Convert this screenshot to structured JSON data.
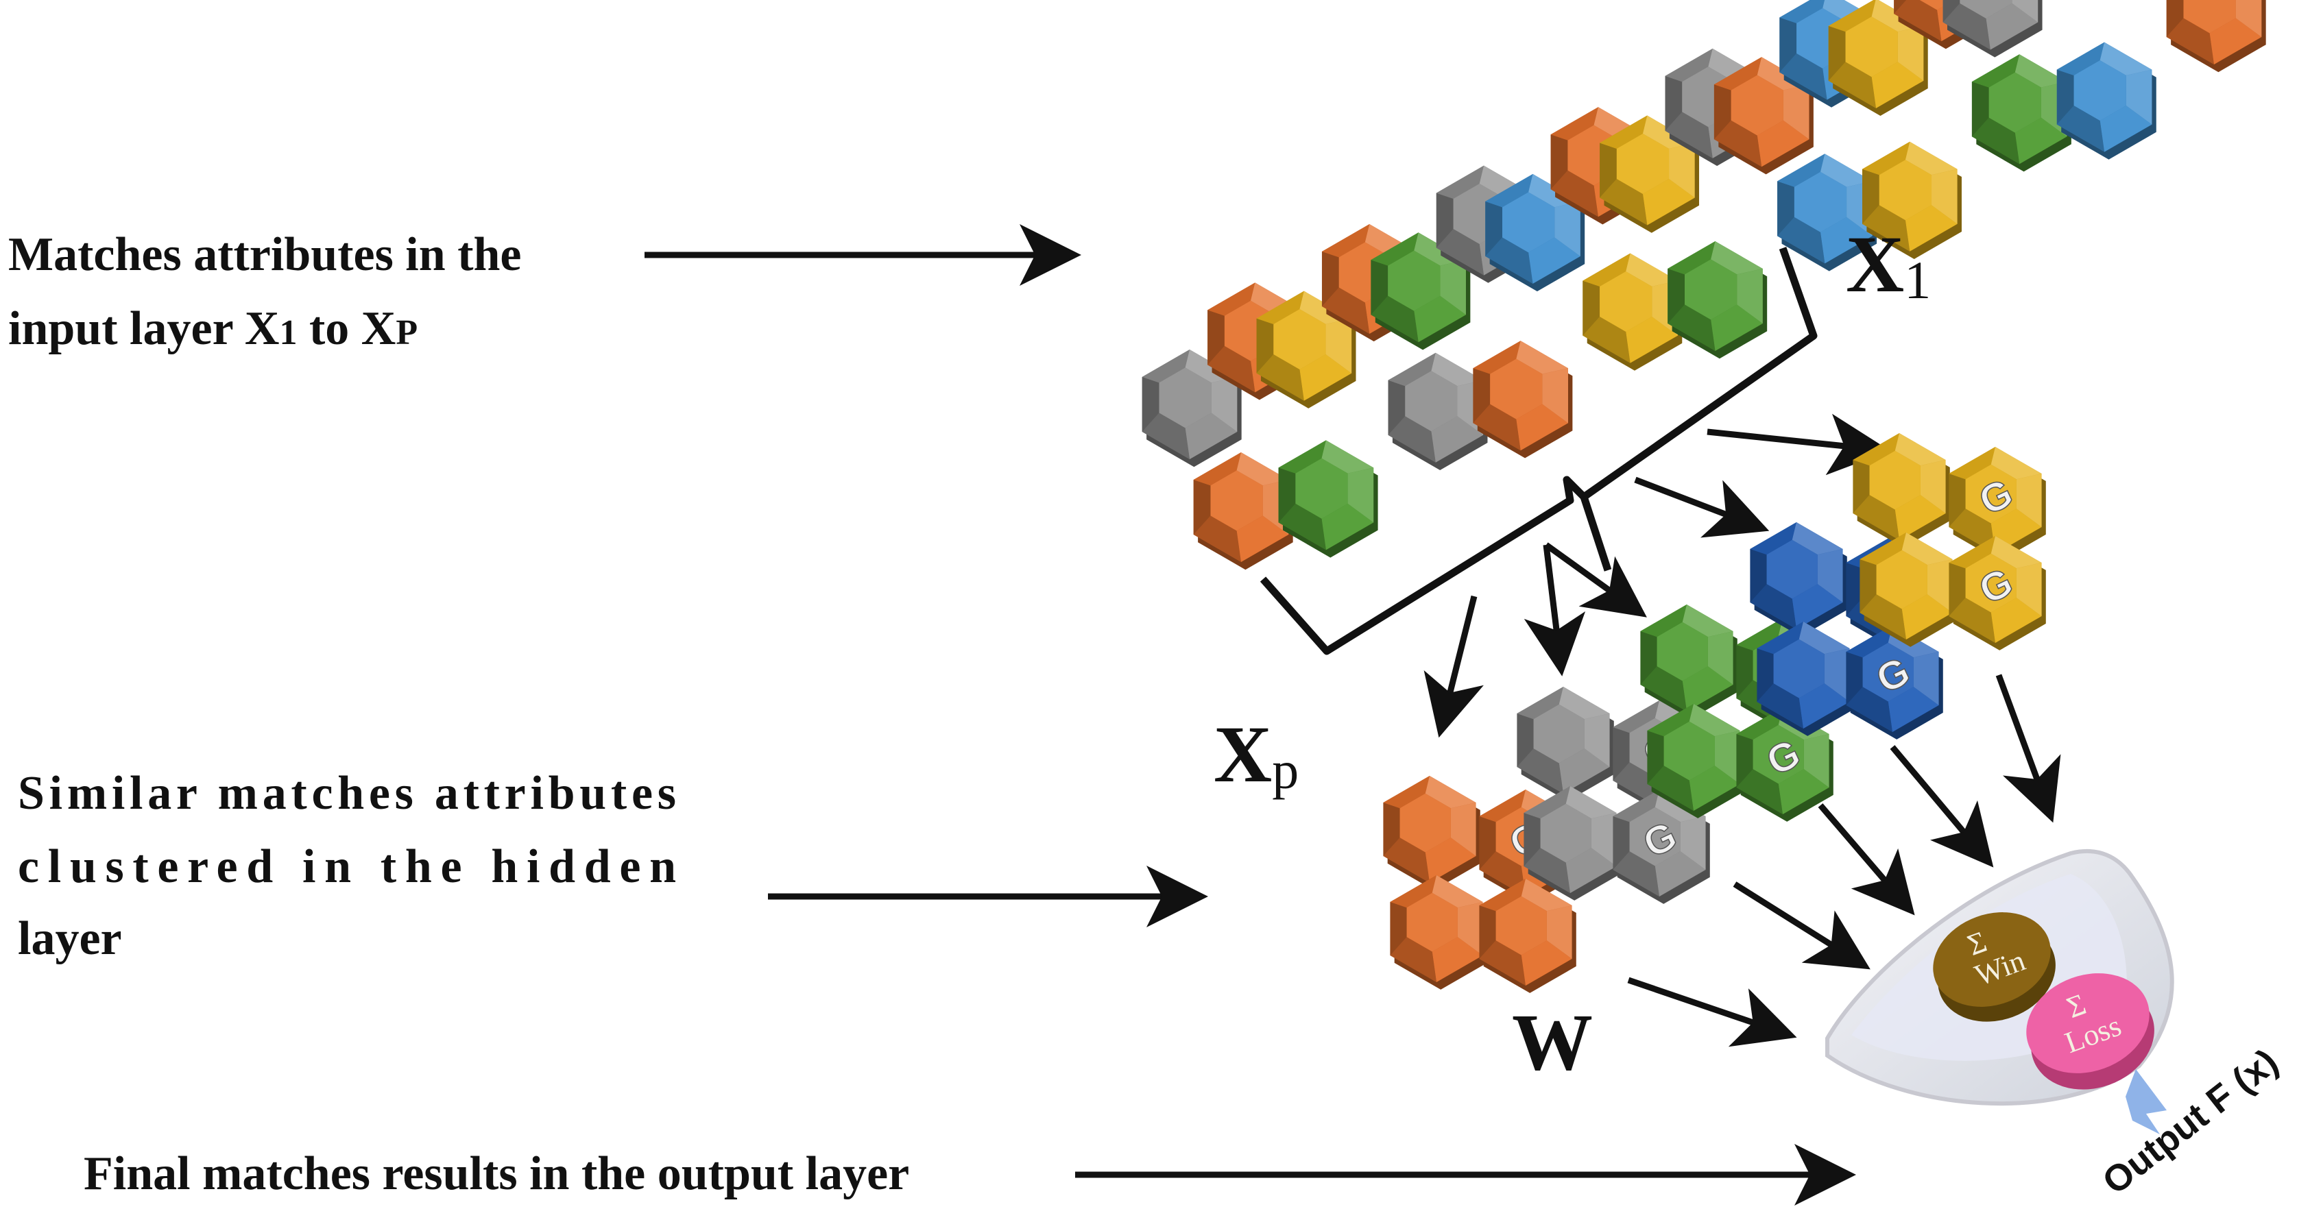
{
  "colors": {
    "orange": "#e46f2a",
    "blue": "#3f8fd0",
    "gray": "#8e8e8e",
    "yellow": "#e7b21a",
    "green": "#4f9c32",
    "darkblue": "#2460b8",
    "win_disk": "#7a5a12",
    "loss_disk": "#e8589a"
  },
  "labels": {
    "input_caption_line1": "Matches attributes in the",
    "input_caption_line2_prefix": "input layer X",
    "input_caption_sub1": "1",
    "input_caption_mid": " to X",
    "input_caption_subp": "P",
    "hidden_caption_line1": "Similar matches attributes",
    "hidden_caption_line2": "clustered in the hidden",
    "hidden_caption_line3": "layer",
    "output_caption": "Final matches results in the output layer",
    "x1_main": "X",
    "x1_sub": "1",
    "xp_main": "X",
    "xp_sub": "p",
    "w_label": "W",
    "g_letter": "G",
    "sum_symbol": "Σ",
    "win_label": "Win",
    "loss_label": "Loss",
    "output_label": "Output F (x)"
  },
  "input_layer": {
    "top_row": [
      "gray",
      "orange",
      "yellow",
      "orange",
      "green",
      "gray",
      "blue",
      "orange",
      "yellow",
      "gray",
      "orange",
      "blue",
      "yellow",
      "orange",
      "gray"
    ],
    "bottom_row": [
      "orange",
      "green",
      "gray",
      "orange",
      "yellow",
      "green",
      "blue",
      "yellow",
      "green",
      "blue",
      "orange"
    ]
  },
  "hidden_layer": {
    "clusters": [
      {
        "color": "orange"
      },
      {
        "color": "gray"
      },
      {
        "color": "green"
      },
      {
        "color": "darkblue"
      },
      {
        "color": "yellow"
      }
    ]
  }
}
